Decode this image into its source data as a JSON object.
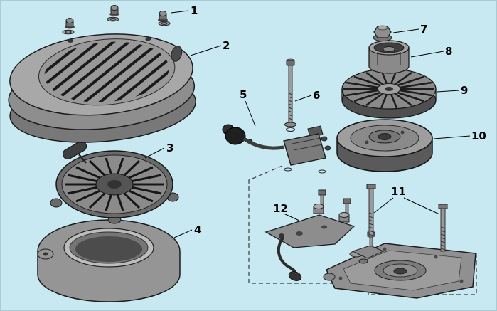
{
  "diagram": {
    "type": "exploded-parts-diagram",
    "background_color": "#c8e9f1",
    "line_color": "#1c1c1c",
    "callouts": [
      {
        "label": "1",
        "part": "cap-nuts-and-washers"
      },
      {
        "label": "2",
        "part": "blower-housing-top-cover"
      },
      {
        "label": "3",
        "part": "recoil-starter"
      },
      {
        "label": "4",
        "part": "blower-housing-base"
      },
      {
        "label": "5",
        "part": "ignition-coil-with-plug-boot"
      },
      {
        "label": "6",
        "part": "long-mounting-bolt"
      },
      {
        "label": "7",
        "part": "flywheel-nut"
      },
      {
        "label": "8",
        "part": "starter-cup"
      },
      {
        "label": "9",
        "part": "flywheel-fan"
      },
      {
        "label": "10",
        "part": "flywheel"
      },
      {
        "label": "11",
        "part": "long-studs"
      },
      {
        "label": "12",
        "part": "bracket-with-wiring"
      }
    ]
  }
}
